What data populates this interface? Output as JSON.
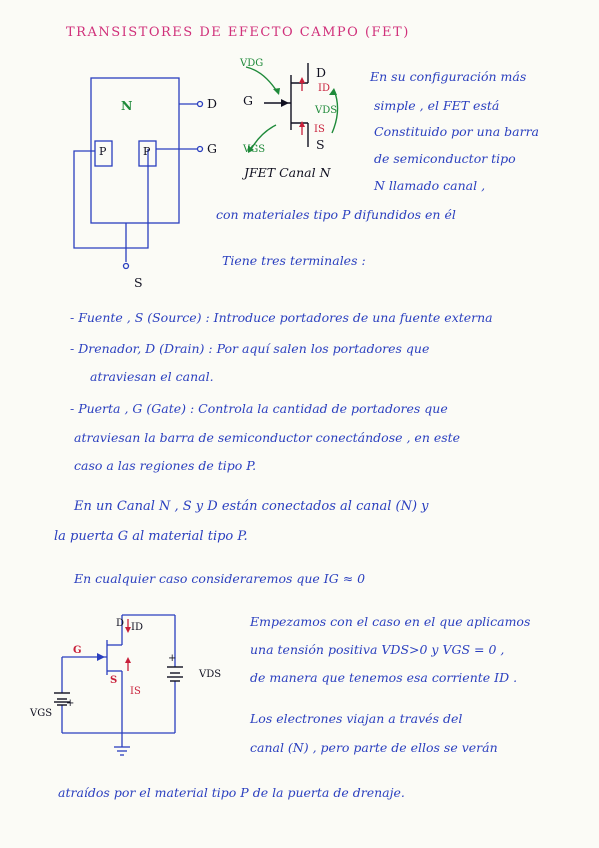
{
  "title": "TRANSISTORES DE EFECTO CAMPO (FET)",
  "diagram1": {
    "n_label": "N",
    "p_left": "P",
    "p_right": "P",
    "drain_label": "D",
    "gate_label": "G",
    "source_label": "S"
  },
  "symbol": {
    "vdg": "VDG",
    "d": "D",
    "id": "ID",
    "g": "G",
    "vds": "VDS",
    "is": "IS",
    "vgs": "VGS",
    "s": "S",
    "caption": "JFET Canal N"
  },
  "intro": [
    "En su configuración más",
    "simple , el FET está",
    "Constituido por una barra",
    "de semiconductor tipo",
    "N llamado canal ,",
    "con materiales tipo P difundidos en él"
  ],
  "terminals_intro": "Tiene tres terminales :",
  "terminals": [
    "- Fuente , S (Source) : Introduce portadores de una fuente externa",
    "- Drenador, D (Drain) : Por aquí salen los portadores que",
    "atraviesan el canal.",
    "- Puerta , G (Gate) : Controla la cantidad de portadores que",
    "atraviesan la barra de semiconductor conectándose , en este",
    "caso a las regiones de tipo P."
  ],
  "canal": [
    "En un Canal N , S y D están conectados al canal (N) y",
    "la puerta G al material tipo P."
  ],
  "assumption": "En cualquier caso consideraremos que IG ≈ 0",
  "circuit": {
    "g": "G",
    "d": "D",
    "id": "ID",
    "s": "S",
    "is": "IS",
    "vds": "VDS",
    "vgs": "VGS",
    "plus": "+"
  },
  "case": [
    "Empezamos con el caso en el que aplicamos",
    "una tensión positiva VDS>0 y VGS = 0 ,",
    "de manera que tenemos esa corriente ID ."
  ],
  "electrons": [
    "Los electrones viajan a través del",
    "canal (N) , pero parte de ellos se verán"
  ],
  "final": "atraídos por el material tipo P de la puerta de drenaje."
}
